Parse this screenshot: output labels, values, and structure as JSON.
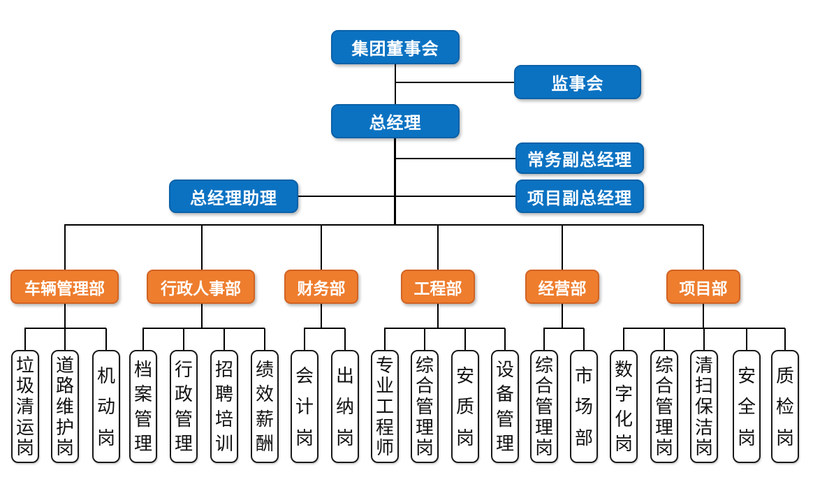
{
  "colors": {
    "primary_blue": "#0B72C2",
    "blue_border": "#0A61A8",
    "accent_orange": "#EE7D2E",
    "orange_border": "#D16322",
    "post_border": "#1A1A1A",
    "line": "#000000"
  },
  "nodes": {
    "board": "集团董事会",
    "supervisory_board": "监事会",
    "general_manager": "总经理",
    "executive_deputy_gm": "常务副总经理",
    "gm_assistant": "总经理助理",
    "project_deputy_gm": "项目副总经理"
  },
  "departments": [
    {
      "label": "车辆管理部",
      "children": [
        "垃圾清运岗",
        "道路维护岗",
        "机动岗"
      ]
    },
    {
      "label": "行政人事部",
      "children": [
        "档案管理",
        "行政管理",
        "招聘培训",
        "绩效薪酬"
      ]
    },
    {
      "label": "财务部",
      "children": [
        "会计岗",
        "出纳岗"
      ]
    },
    {
      "label": "工程部",
      "children": [
        "专业工程师",
        "综合管理岗",
        "安质岗",
        "设备管理"
      ]
    },
    {
      "label": "经营部",
      "children": [
        "综合管理岗",
        "市场部"
      ]
    },
    {
      "label": "项目部",
      "children": [
        "数字化岗",
        "综合管理岗",
        "清扫保洁岗",
        "安全岗",
        "质检岗"
      ]
    }
  ]
}
